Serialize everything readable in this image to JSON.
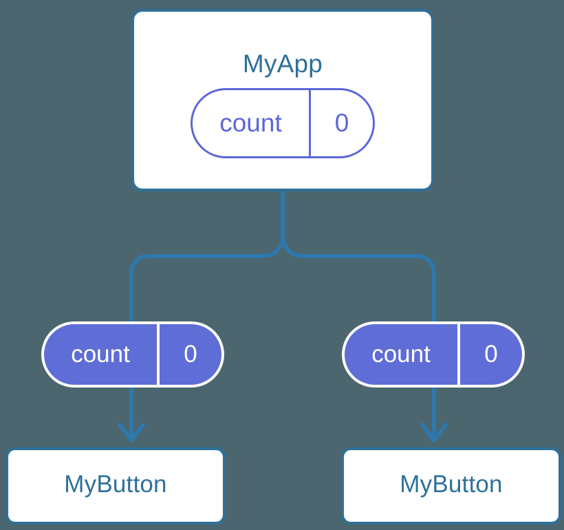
{
  "diagram": {
    "title": "React component tree with count state flowing down as props",
    "background_color": "#4b666f",
    "accent_blue": "#2e7099",
    "connector_blue": "#2d78ad",
    "state_purple": "#5f6dd6",
    "state_purple_outline": "#5b67d8"
  },
  "nodes": {
    "root": {
      "label": "MyApp",
      "state_pill": {
        "key": "count",
        "value": "0",
        "style": "outlined"
      }
    },
    "props_pills": [
      {
        "key": "count",
        "value": "0",
        "style": "filled"
      },
      {
        "key": "count",
        "value": "0",
        "style": "filled"
      }
    ],
    "children": [
      {
        "label": "MyButton"
      },
      {
        "label": "MyButton"
      }
    ]
  },
  "edges": [
    {
      "from": "MyApp",
      "to": "props-pill-left",
      "kind": "elbow"
    },
    {
      "from": "MyApp",
      "to": "props-pill-right",
      "kind": "elbow"
    },
    {
      "from": "props-pill-left",
      "to": "MyButton-left",
      "kind": "arrow"
    },
    {
      "from": "props-pill-right",
      "to": "MyButton-right",
      "kind": "arrow"
    }
  ]
}
